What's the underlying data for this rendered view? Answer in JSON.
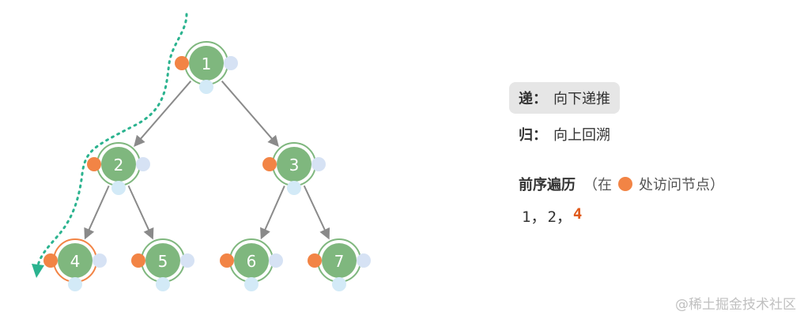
{
  "diagram": {
    "nodes": [
      {
        "id": 1,
        "label": "1",
        "visited": true,
        "current": false
      },
      {
        "id": 2,
        "label": "2",
        "visited": true,
        "current": false
      },
      {
        "id": 3,
        "label": "3",
        "visited": false,
        "current": false
      },
      {
        "id": 4,
        "label": "4",
        "visited": true,
        "current": true
      },
      {
        "id": 5,
        "label": "5",
        "visited": false,
        "current": false
      },
      {
        "id": 6,
        "label": "6",
        "visited": false,
        "current": false
      },
      {
        "id": 7,
        "label": "7",
        "visited": false,
        "current": false
      }
    ],
    "edges": [
      [
        1,
        2
      ],
      [
        1,
        3
      ],
      [
        2,
        4
      ],
      [
        2,
        5
      ],
      [
        3,
        6
      ],
      [
        3,
        7
      ]
    ],
    "colors": {
      "node_fill": "#7fb77e",
      "node_ring": "#7fb77e",
      "pre_dot": "#f28445",
      "in_dot": "#d6e2f4",
      "post_dot": "#d3eaf7",
      "edge": "#8a8a8a",
      "path": "#2bb38f",
      "current_ring": "#f28445"
    }
  },
  "legend": {
    "recurse_key": "递",
    "recurse_sep": "：",
    "recurse_text": "向下递推",
    "return_key": "归",
    "return_sep": "：",
    "return_text": "向上回溯"
  },
  "traversal": {
    "title": "前序遍历",
    "note_prefix": "（在",
    "note_suffix": "处访问节点）",
    "sequence": [
      "1，",
      "2，"
    ],
    "current": "4"
  },
  "watermark": "@稀土掘金技术社区"
}
